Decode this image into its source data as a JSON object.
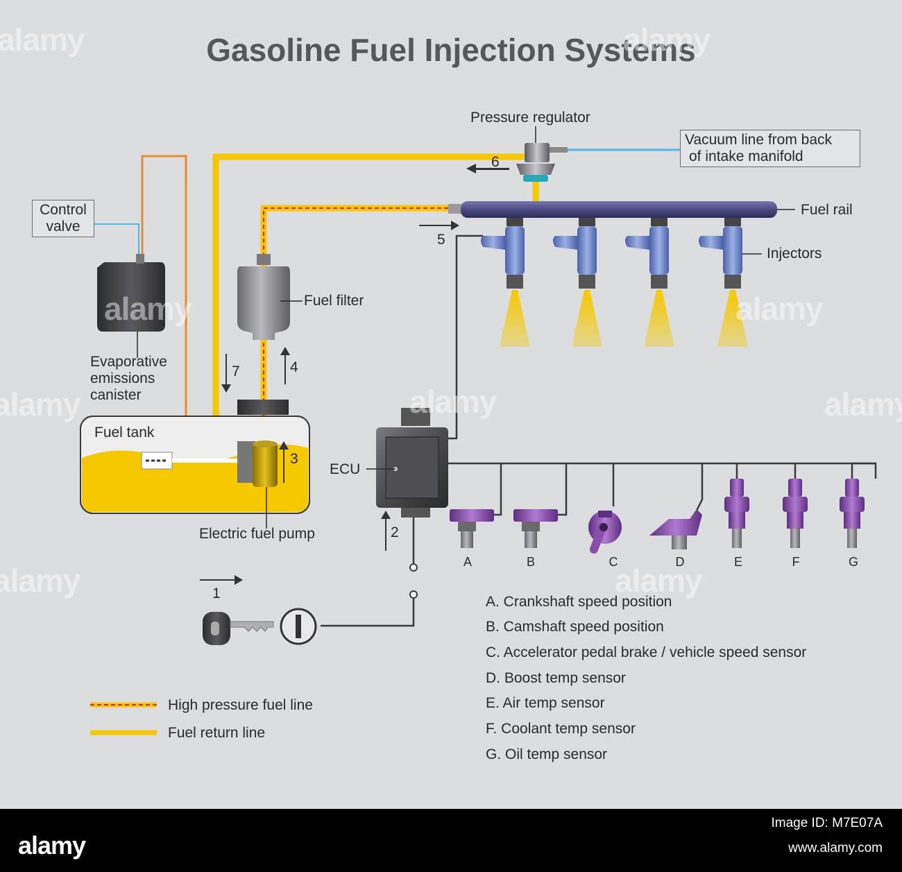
{
  "title": "Gasoline Fuel Injection Systems",
  "labels": {
    "pressure_regulator": "Pressure regulator",
    "vacuum_line_1": "Vacuum line from back",
    "vacuum_line_2": "of intake manifold",
    "fuel_rail": "Fuel rail",
    "injectors": "Injectors",
    "control_valve_1": "Control",
    "control_valve_2": "valve",
    "evap_1": "Evaporative",
    "evap_2": "emissions",
    "evap_3": "canister",
    "fuel_filter": "Fuel filter",
    "fuel_tank": "Fuel tank",
    "electric_fuel_pump": "Electric fuel pump",
    "ecu": "ECU"
  },
  "flow_numbers": [
    "1",
    "2",
    "3",
    "4",
    "5",
    "6",
    "7"
  ],
  "sensor_letters": [
    "A",
    "B",
    "C",
    "D",
    "E",
    "F",
    "G"
  ],
  "sensor_list": [
    "A.  Crankshaft speed position",
    "B.  Camshaft speed position",
    "C.  Accelerator pedal brake / vehicle speed sensor",
    "D.  Boost temp sensor",
    "E.  Air temp sensor",
    "F.  Coolant temp sensor",
    "G. Oil temp sensor"
  ],
  "legend": {
    "high_pressure": "High pressure fuel line",
    "return_line": "Fuel return line"
  },
  "watermark": "alamy",
  "footer": {
    "logo": "alamy",
    "image_id": "Image ID: M7E07A",
    "url": "www.alamy.com"
  },
  "colors": {
    "background": "#dcdddf",
    "fuel_yellow": "#f5c800",
    "dash_red": "#d8232a",
    "wire": "#3a3a3a",
    "vacuum_blue": "#4db8e8",
    "evap_orange": "#e88a2e",
    "rail_purple": "#4c4a80",
    "injector_blue": "#6a82c8",
    "sensor_purple": "#8a4fa8"
  }
}
